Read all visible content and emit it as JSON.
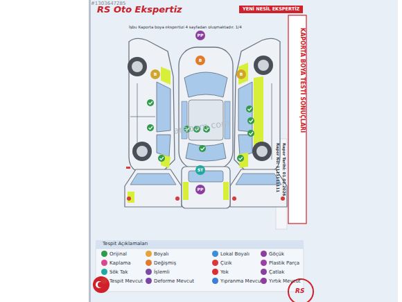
{
  "diagram": {
    "title": "RS Oto Ekspertiz",
    "labels": [
      "#1303647285",
      "YENİ NESİL EKSPERTİZ",
      "İşbu Kaporta boya ekspertizi 4 sayfadan oluşmaktadır. 1/4",
      "PP",
      "B",
      "B",
      "B",
      "ST",
      "PP",
      "arabam.com",
      "KAPORTA BOYA TESTİ SONUÇLARI",
      "Rapor Tarihi: 01.02.2026",
      "Rapor No: 1111111111",
      "Tespit Açıklamaları",
      "RS"
    ],
    "legend": [
      {
        "text": "Orijinal",
        "color": "#2e9a4a"
      },
      {
        "text": "Boyalı",
        "color": "#e8a23a"
      },
      {
        "text": "Lokal Boyalı",
        "color": "#3a8fd6"
      },
      {
        "text": "Göçük",
        "color": "#8a3fa0"
      },
      {
        "text": "Kaplama",
        "color": "#d9478c"
      },
      {
        "text": "Değişmiş",
        "color": "#e07b2a"
      },
      {
        "text": "Çizik",
        "color": "#d83a3a"
      },
      {
        "text": "Plastik Parça",
        "color": "#9a3fa5"
      },
      {
        "text": "Sök Tak",
        "color": "#22a8a0"
      },
      {
        "text": "İşlemli",
        "color": "#7b4aa8"
      },
      {
        "text": "Yok",
        "color": "#d93030"
      },
      {
        "text": "Çatlak",
        "color": "#8a3fa0"
      },
      {
        "text": "Tespit Mevcut",
        "color": "#d03030"
      },
      {
        "text": "Deforme Mevcut",
        "color": "#7a45a8"
      },
      {
        "text": "Yıpranma Mevcut",
        "color": "#3a7fd0"
      },
      {
        "text": "Yırtık Mevcut",
        "color": "#8d3ca0"
      }
    ]
  }
}
